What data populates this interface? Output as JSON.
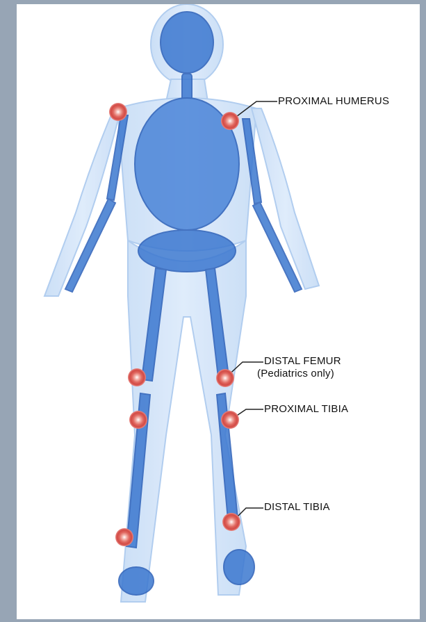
{
  "labels": {
    "proximal_humerus": "PROXIMAL HUMERUS",
    "distal_femur": "DISTAL FEMUR",
    "distal_femur_note": "(Pediatrics only)",
    "proximal_tibia": "PROXIMAL TIBIA",
    "distal_tibia": "DISTAL TIBIA"
  },
  "colors": {
    "background": "#97a5b5",
    "body_outline": "#a9c8ee",
    "bone": "#2f6dc9",
    "marker": "#d9534f"
  },
  "icons": {
    "site_marker": "target-ring-icon"
  }
}
